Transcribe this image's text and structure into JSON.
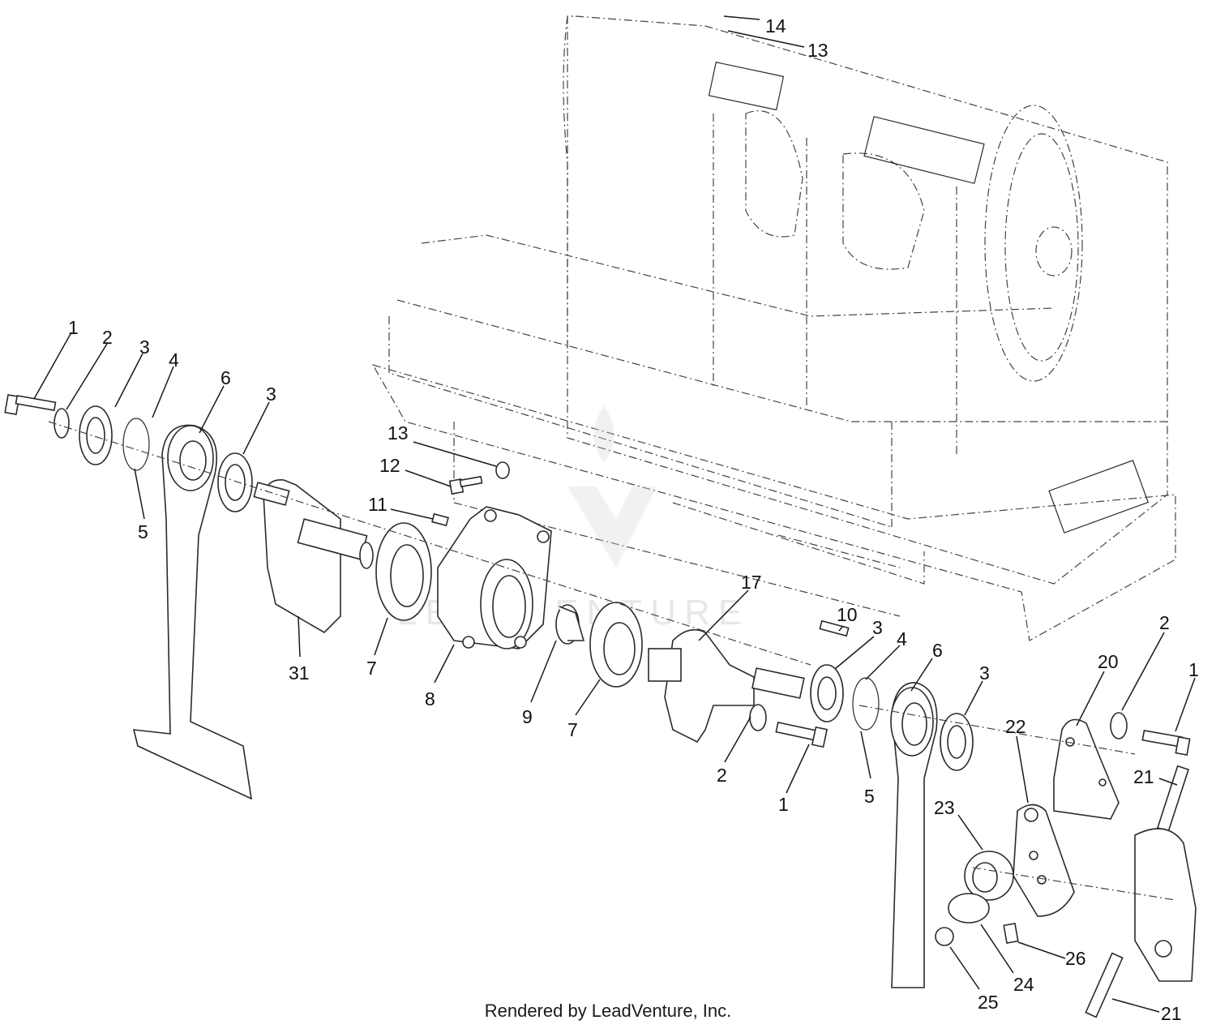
{
  "callouts": [
    {
      "id": "c1a",
      "label": "1"
    },
    {
      "id": "c2a",
      "label": "2"
    },
    {
      "id": "c3a",
      "label": "3"
    },
    {
      "id": "c4a",
      "label": "4"
    },
    {
      "id": "c6a",
      "label": "6"
    },
    {
      "id": "c3b",
      "label": "3"
    },
    {
      "id": "c5a",
      "label": "5"
    },
    {
      "id": "c31",
      "label": "31"
    },
    {
      "id": "c7a",
      "label": "7"
    },
    {
      "id": "c8",
      "label": "8"
    },
    {
      "id": "c11",
      "label": "11"
    },
    {
      "id": "c12",
      "label": "12"
    },
    {
      "id": "c13a",
      "label": "13"
    },
    {
      "id": "c14",
      "label": "14"
    },
    {
      "id": "c13b",
      "label": "13"
    },
    {
      "id": "c9",
      "label": "9"
    },
    {
      "id": "c7b",
      "label": "7"
    },
    {
      "id": "c17",
      "label": "17"
    },
    {
      "id": "c10",
      "label": "10"
    },
    {
      "id": "c3c",
      "label": "3"
    },
    {
      "id": "c4b",
      "label": "4"
    },
    {
      "id": "c6b",
      "label": "6"
    },
    {
      "id": "c3d",
      "label": "3"
    },
    {
      "id": "c2b",
      "label": "2"
    },
    {
      "id": "c1b",
      "label": "1"
    },
    {
      "id": "c5b",
      "label": "5"
    },
    {
      "id": "c20",
      "label": "20"
    },
    {
      "id": "c2c",
      "label": "2"
    },
    {
      "id": "c1c",
      "label": "1"
    },
    {
      "id": "c22",
      "label": "22"
    },
    {
      "id": "c21a",
      "label": "21"
    },
    {
      "id": "c23",
      "label": "23"
    },
    {
      "id": "c24",
      "label": "24"
    },
    {
      "id": "c25",
      "label": "25"
    },
    {
      "id": "c26",
      "label": "26"
    },
    {
      "id": "c21b",
      "label": "21"
    }
  ],
  "footer": "Rendered by LeadVenture, Inc.",
  "watermark": "LEADVENTURE",
  "colors": {
    "ink": "#2a2a2a",
    "background": "#ffffff",
    "watermark": "#bbbbbb"
  }
}
